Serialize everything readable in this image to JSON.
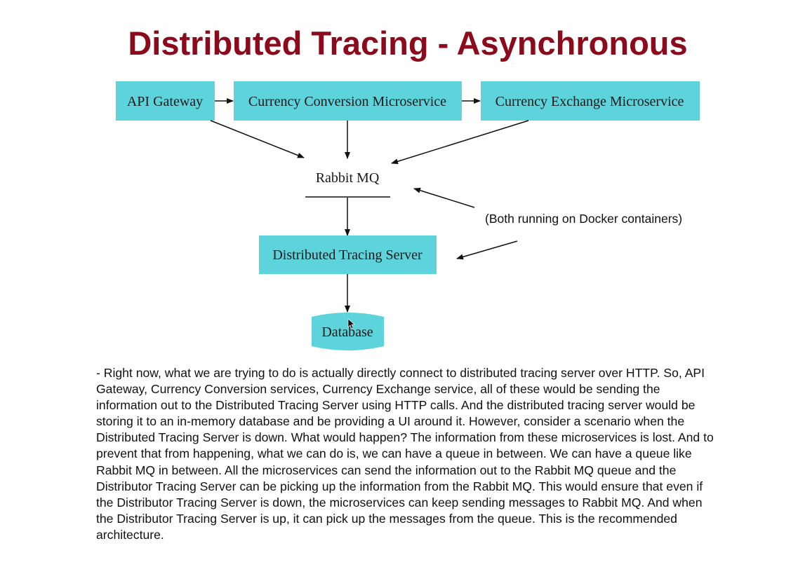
{
  "title": "Distributed Tracing - Asynchronous",
  "colors": {
    "title": "#8b0a1c",
    "node_fill": "#5dd3dc"
  },
  "nodes": {
    "api_gateway": "API Gateway",
    "currency_conversion": "Currency Conversion Microservice",
    "currency_exchange": "Currency Exchange Microservice",
    "rabbit_mq": "Rabbit MQ",
    "tracing_server": "Distributed Tracing Server",
    "database": "Database"
  },
  "edges": [
    {
      "from": "API Gateway",
      "to": "Currency Conversion Microservice"
    },
    {
      "from": "Currency Conversion Microservice",
      "to": "Currency Exchange Microservice"
    },
    {
      "from": "API Gateway",
      "to": "Rabbit MQ"
    },
    {
      "from": "Currency Conversion Microservice",
      "to": "Rabbit MQ"
    },
    {
      "from": "Currency Exchange Microservice",
      "to": "Rabbit MQ"
    },
    {
      "from": "Rabbit MQ",
      "to": "Distributed Tracing Server"
    },
    {
      "from": "Distributed Tracing Server",
      "to": "Database"
    }
  ],
  "annotation": "(Both running on Docker containers)",
  "description": "- Right now, what we are trying to do is actually directly connect to distributed tracing server over HTTP. So, API Gateway, Currency Conversion services, Currency Exchange service, all of these would be sending the information out to the Distributed Tracing Server using HTTP calls. And the distributed tracing server would be storing it to an in-memory database and be providing a UI around it. However, consider a scenario when the Distributed Tracing Server is down. What would happen? The information from these microservices is lost. And to prevent that from happening, what we can do is, we can have a queue in between. We can have a queue like Rabbit MQ in between. All the microservices can send the information out to the Rabbit MQ queue and the Distributor Tracing Server can be picking up the information from the Rabbit MQ. This would ensure that even if the Distributor Tracing Server is down, the microservices can keep sending messages to Rabbit MQ. And when the Distributor Tracing Server is up, it can pick up the messages from the queue. This is the recommended architecture."
}
